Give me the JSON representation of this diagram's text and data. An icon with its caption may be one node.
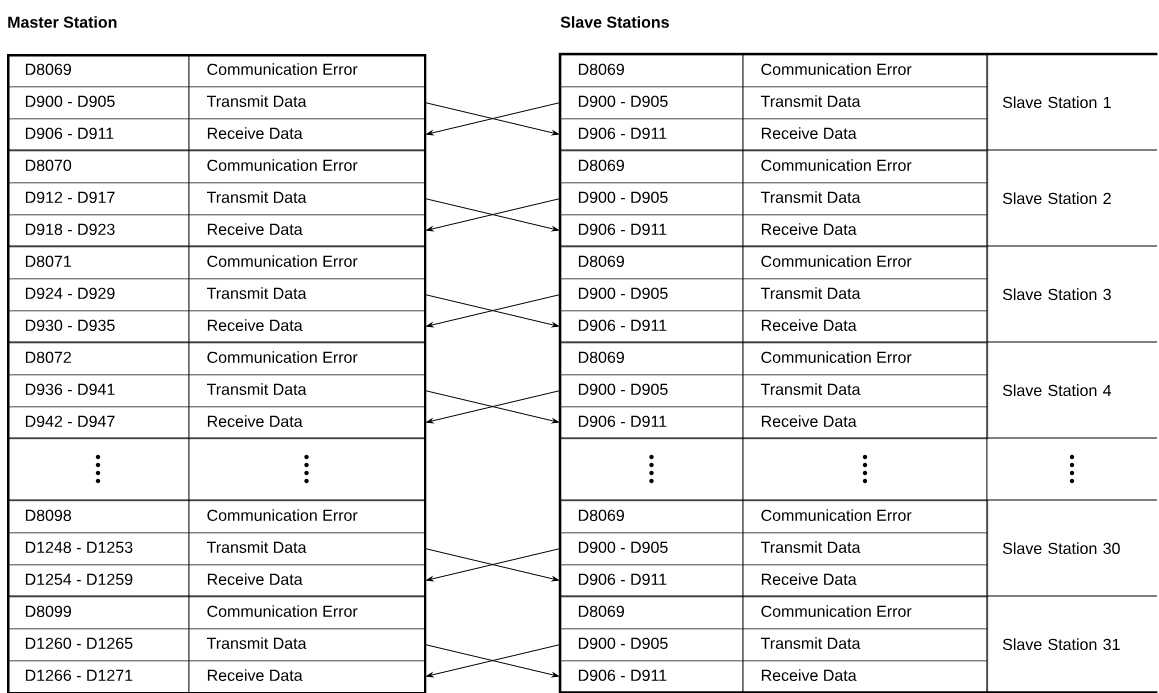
{
  "diagram": {
    "nodes": [
      {
        "text": [
          "Master Station"
        ]
      },
      {
        "text": [
          "D8069",
          "Communication Error"
        ],
        "in": 0
      },
      {
        "text": [
          "D900 - D905",
          "Transmit Data"
        ],
        "in": 0
      },
      {
        "text": [
          "D906 - D911",
          "Receive Data"
        ],
        "in": 0
      },
      {
        "text": [
          "D8070",
          "Communication Error"
        ],
        "in": 0
      },
      {
        "text": [
          "D912 - D917",
          "Transmit Data"
        ],
        "in": 0
      },
      {
        "text": [
          "D918 - D923",
          "Receive Data"
        ],
        "in": 0
      },
      {
        "text": [
          "D8071",
          "Communication Error"
        ],
        "in": 0
      },
      {
        "text": [
          "D924 - D929",
          "Transmit Data"
        ],
        "in": 0
      },
      {
        "text": [
          "D930 - D935",
          "Receive Data"
        ],
        "in": 0
      },
      {
        "text": [
          "D8072",
          "Communication Error"
        ],
        "in": 0
      },
      {
        "text": [
          "D936 - D941",
          "Transmit Data"
        ],
        "in": 0
      },
      {
        "text": [
          "D942 - D947",
          "Receive Data"
        ],
        "in": 0
      },
      {
        "text": [
          "D8098",
          "Communication Error"
        ],
        "in": 0
      },
      {
        "text": [
          "D1248 - D1253",
          "Transmit Data"
        ],
        "in": 0
      },
      {
        "text": [
          "D1254 - D1259",
          "Receive Data"
        ],
        "in": 0
      },
      {
        "text": [
          "D8099",
          "Communication Error"
        ],
        "in": 0
      },
      {
        "text": [
          "D1260 - D1265",
          "Transmit Data"
        ],
        "in": 0
      },
      {
        "text": [
          "D1266 - D1271",
          "Receive Data"
        ],
        "in": 0
      },
      {
        "text": [
          "Slave Stations"
        ]
      },
      {
        "text": [
          "D8069",
          "Communication Error"
        ],
        "in": 19
      },
      {
        "text": [
          "D900 - D905",
          "Transmit Data"
        ],
        "in": 19
      },
      {
        "text": [
          "D906 - D911",
          "Receive Data"
        ],
        "in": 19
      },
      {
        "text": [
          "Slave Station 1"
        ],
        "in": 19
      },
      {
        "text": [
          "D8069",
          "Communication Error"
        ],
        "in": 19
      },
      {
        "text": [
          "D900 - D905",
          "Transmit Data"
        ],
        "in": 19
      },
      {
        "text": [
          "D906 - D911",
          "Receive Data"
        ],
        "in": 19
      },
      {
        "text": [
          "Slave Station 2"
        ],
        "in": 19
      },
      {
        "text": [
          "D8069",
          "Communication Error"
        ],
        "in": 19
      },
      {
        "text": [
          "D900 - D905",
          "Transmit Data"
        ],
        "in": 19
      },
      {
        "text": [
          "D906 - D911",
          "Receive Data"
        ],
        "in": 19
      },
      {
        "text": [
          "Slave Station 3"
        ],
        "in": 19
      },
      {
        "text": [
          "D8069",
          "Communication Error"
        ],
        "in": 19
      },
      {
        "text": [
          "D900 - D905",
          "Transmit Data"
        ],
        "in": 19
      },
      {
        "text": [
          "D906 - D911",
          "Receive Data"
        ],
        "in": 19
      },
      {
        "text": [
          "Slave Station 4"
        ],
        "in": 19
      },
      {
        "text": [
          "D8069",
          "Communication Error"
        ],
        "in": 19
      },
      {
        "text": [
          "D900 - D905",
          "Transmit Data"
        ],
        "in": 19
      },
      {
        "text": [
          "D906 - D911",
          "Receive Data"
        ],
        "in": 19
      },
      {
        "text": [
          "Slave Station 30"
        ],
        "in": 19
      },
      {
        "text": [
          "D8069",
          "Communication Error"
        ],
        "in": 19
      },
      {
        "text": [
          "D900 - D905",
          "Transmit Data"
        ],
        "in": 19
      },
      {
        "text": [
          "D906 - D911",
          "Receive Data"
        ],
        "in": 19
      },
      {
        "text": [
          "Slave Station 31"
        ],
        "in": 19
      }
    ],
    "edges": [
      {
        "from": 2,
        "to": 22,
        "arrow": "to"
      },
      {
        "from": 21,
        "to": 3,
        "arrow": "to"
      },
      {
        "from": 5,
        "to": 26,
        "arrow": "to"
      },
      {
        "from": 25,
        "to": 6,
        "arrow": "to"
      },
      {
        "from": 8,
        "to": 30,
        "arrow": "to"
      },
      {
        "from": 29,
        "to": 9,
        "arrow": "to"
      },
      {
        "from": 11,
        "to": 34,
        "arrow": "to"
      },
      {
        "from": 33,
        "to": 12,
        "arrow": "to"
      },
      {
        "from": 14,
        "to": 38,
        "arrow": "to"
      },
      {
        "from": 37,
        "to": 15,
        "arrow": "to"
      },
      {
        "from": 17,
        "to": 42,
        "arrow": "to"
      },
      {
        "from": 41,
        "to": 18,
        "arrow": "to"
      }
    ]
  }
}
